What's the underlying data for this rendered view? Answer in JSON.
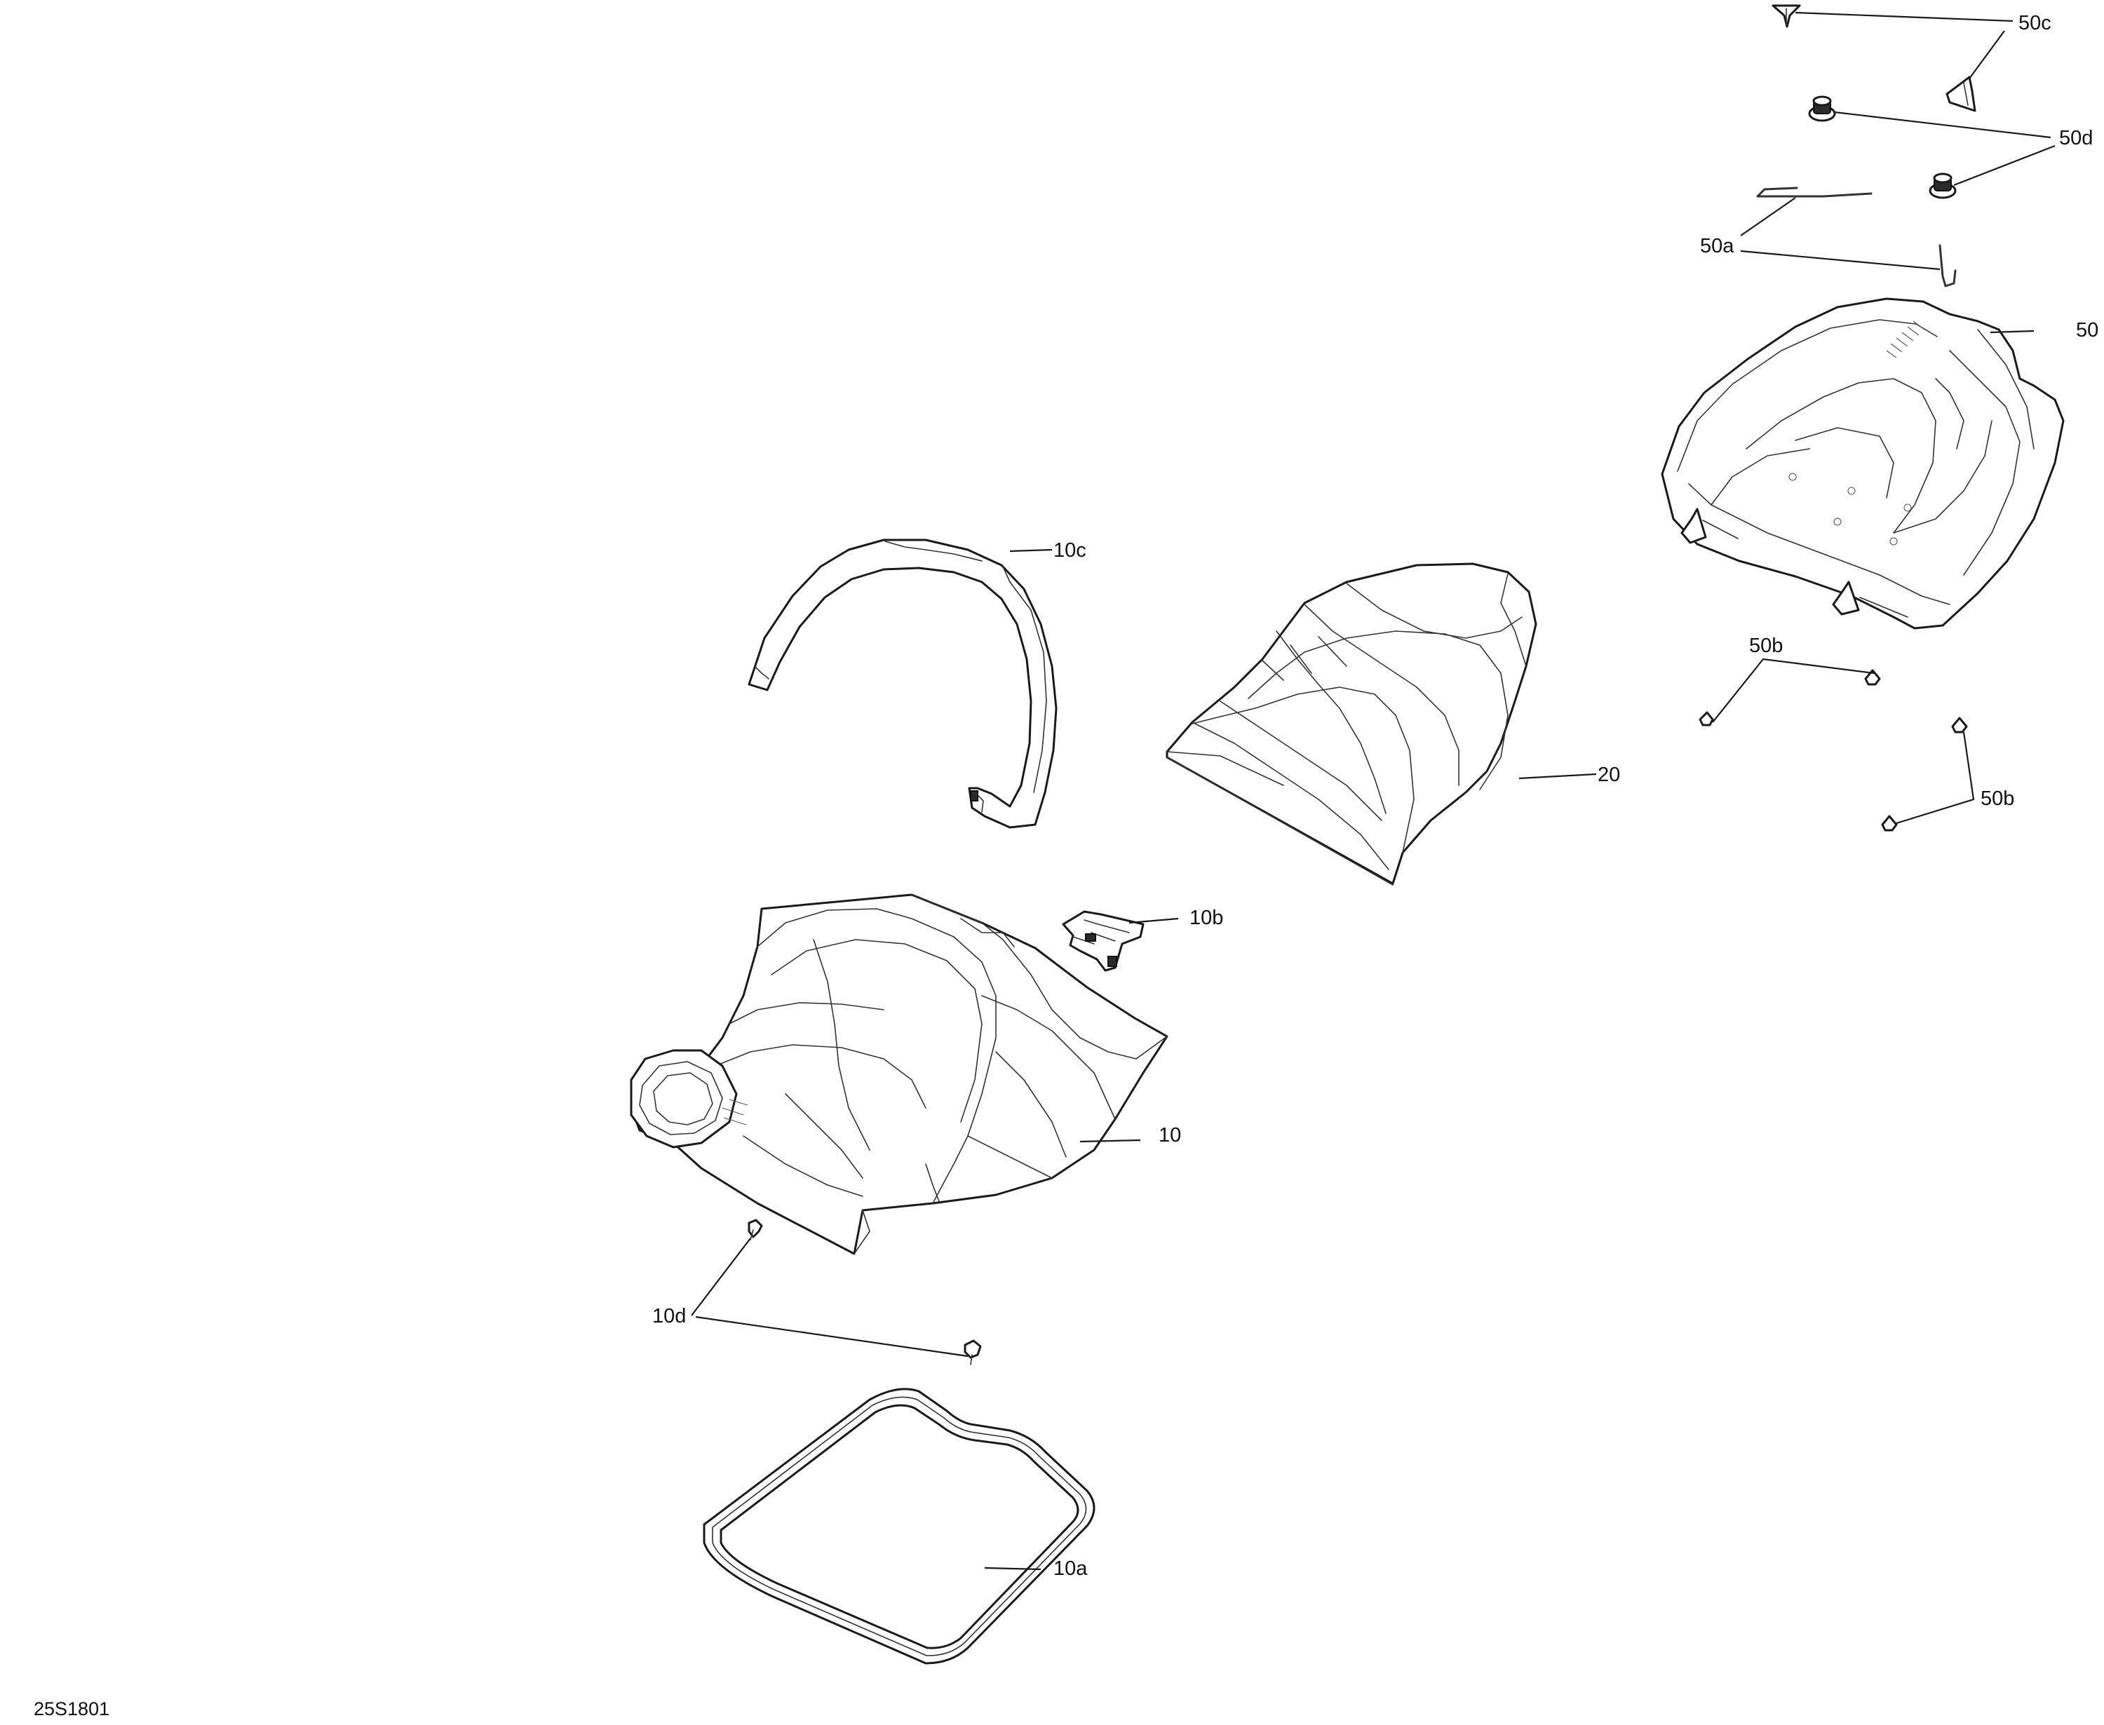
{
  "diagram": {
    "reference_code": "25S1801",
    "callouts": {
      "c50c": "50c",
      "c50d": "50d",
      "c50a": "50a",
      "c50": "50",
      "c10c": "10c",
      "c20": "20",
      "c50b_upper": "50b",
      "c50b_lower": "50b",
      "c10b": "10b",
      "c10": "10",
      "c10d": "10d",
      "c10a": "10a"
    },
    "parts": [
      {
        "ref": "10",
        "depiction": "front seat cushion"
      },
      {
        "ref": "10a",
        "depiction": "seat gasket ring"
      },
      {
        "ref": "10b",
        "depiction": "seat latch"
      },
      {
        "ref": "10c",
        "depiction": "grab strap"
      },
      {
        "ref": "10d",
        "depiction": "push fasteners"
      },
      {
        "ref": "20",
        "depiction": "rear seat cushion"
      },
      {
        "ref": "50",
        "depiction": "rear seat base tray"
      },
      {
        "ref": "50a",
        "depiction": "wire pins"
      },
      {
        "ref": "50b",
        "depiction": "rubber bumpers"
      },
      {
        "ref": "50c",
        "depiction": "retaining clips"
      },
      {
        "ref": "50d",
        "depiction": "grommets"
      }
    ]
  }
}
